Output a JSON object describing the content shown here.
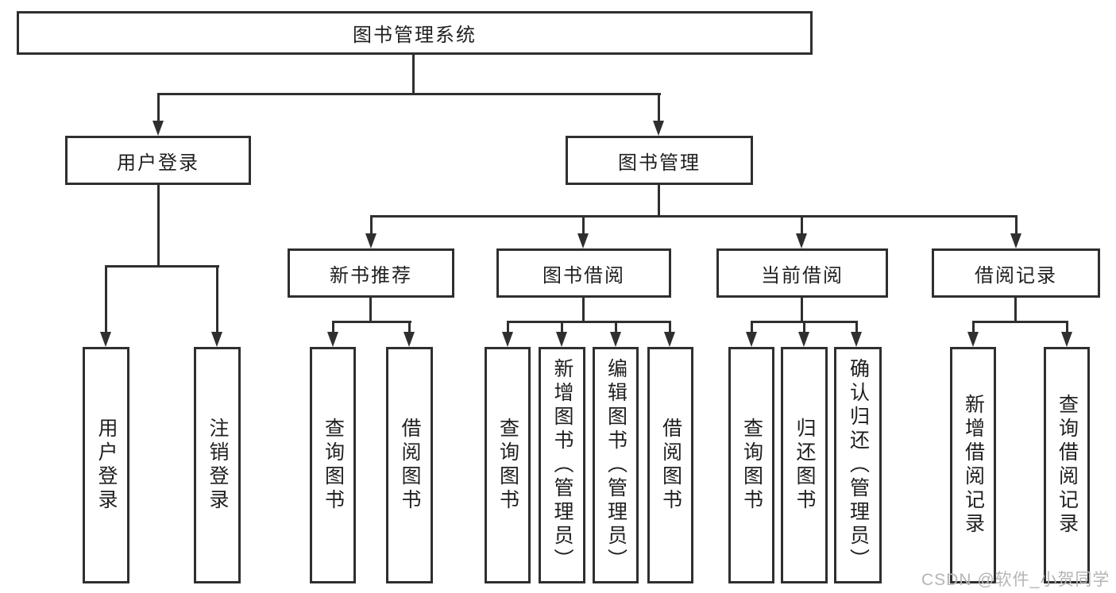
{
  "tree": {
    "root": "图书管理系统",
    "branches": [
      {
        "label": "用户登录",
        "children": [
          {
            "label": "用户登录"
          },
          {
            "label": "注销登录"
          }
        ]
      },
      {
        "label": "图书管理",
        "children": [
          {
            "label": "新书推荐",
            "children": [
              {
                "label": "查询图书"
              },
              {
                "label": "借阅图书"
              }
            ]
          },
          {
            "label": "图书借阅",
            "children": [
              {
                "label": "查询图书"
              },
              {
                "label": "新增图书（管理员）"
              },
              {
                "label": "编辑图书（管理员）"
              },
              {
                "label": "借阅图书"
              }
            ]
          },
          {
            "label": "当前借阅",
            "children": [
              {
                "label": "查询图书"
              },
              {
                "label": "归还图书"
              },
              {
                "label": "确认归还（管理员）"
              }
            ]
          },
          {
            "label": "借阅记录",
            "children": [
              {
                "label": "新增借阅记录"
              },
              {
                "label": "查询借阅记录"
              }
            ]
          }
        ]
      }
    ]
  },
  "watermark": "CSDN @软件_小贺同学",
  "colors": {
    "line": "#2f2f2f",
    "text": "#1f1f1f",
    "watermark": "#b5b5b5",
    "background": "#ffffff"
  }
}
